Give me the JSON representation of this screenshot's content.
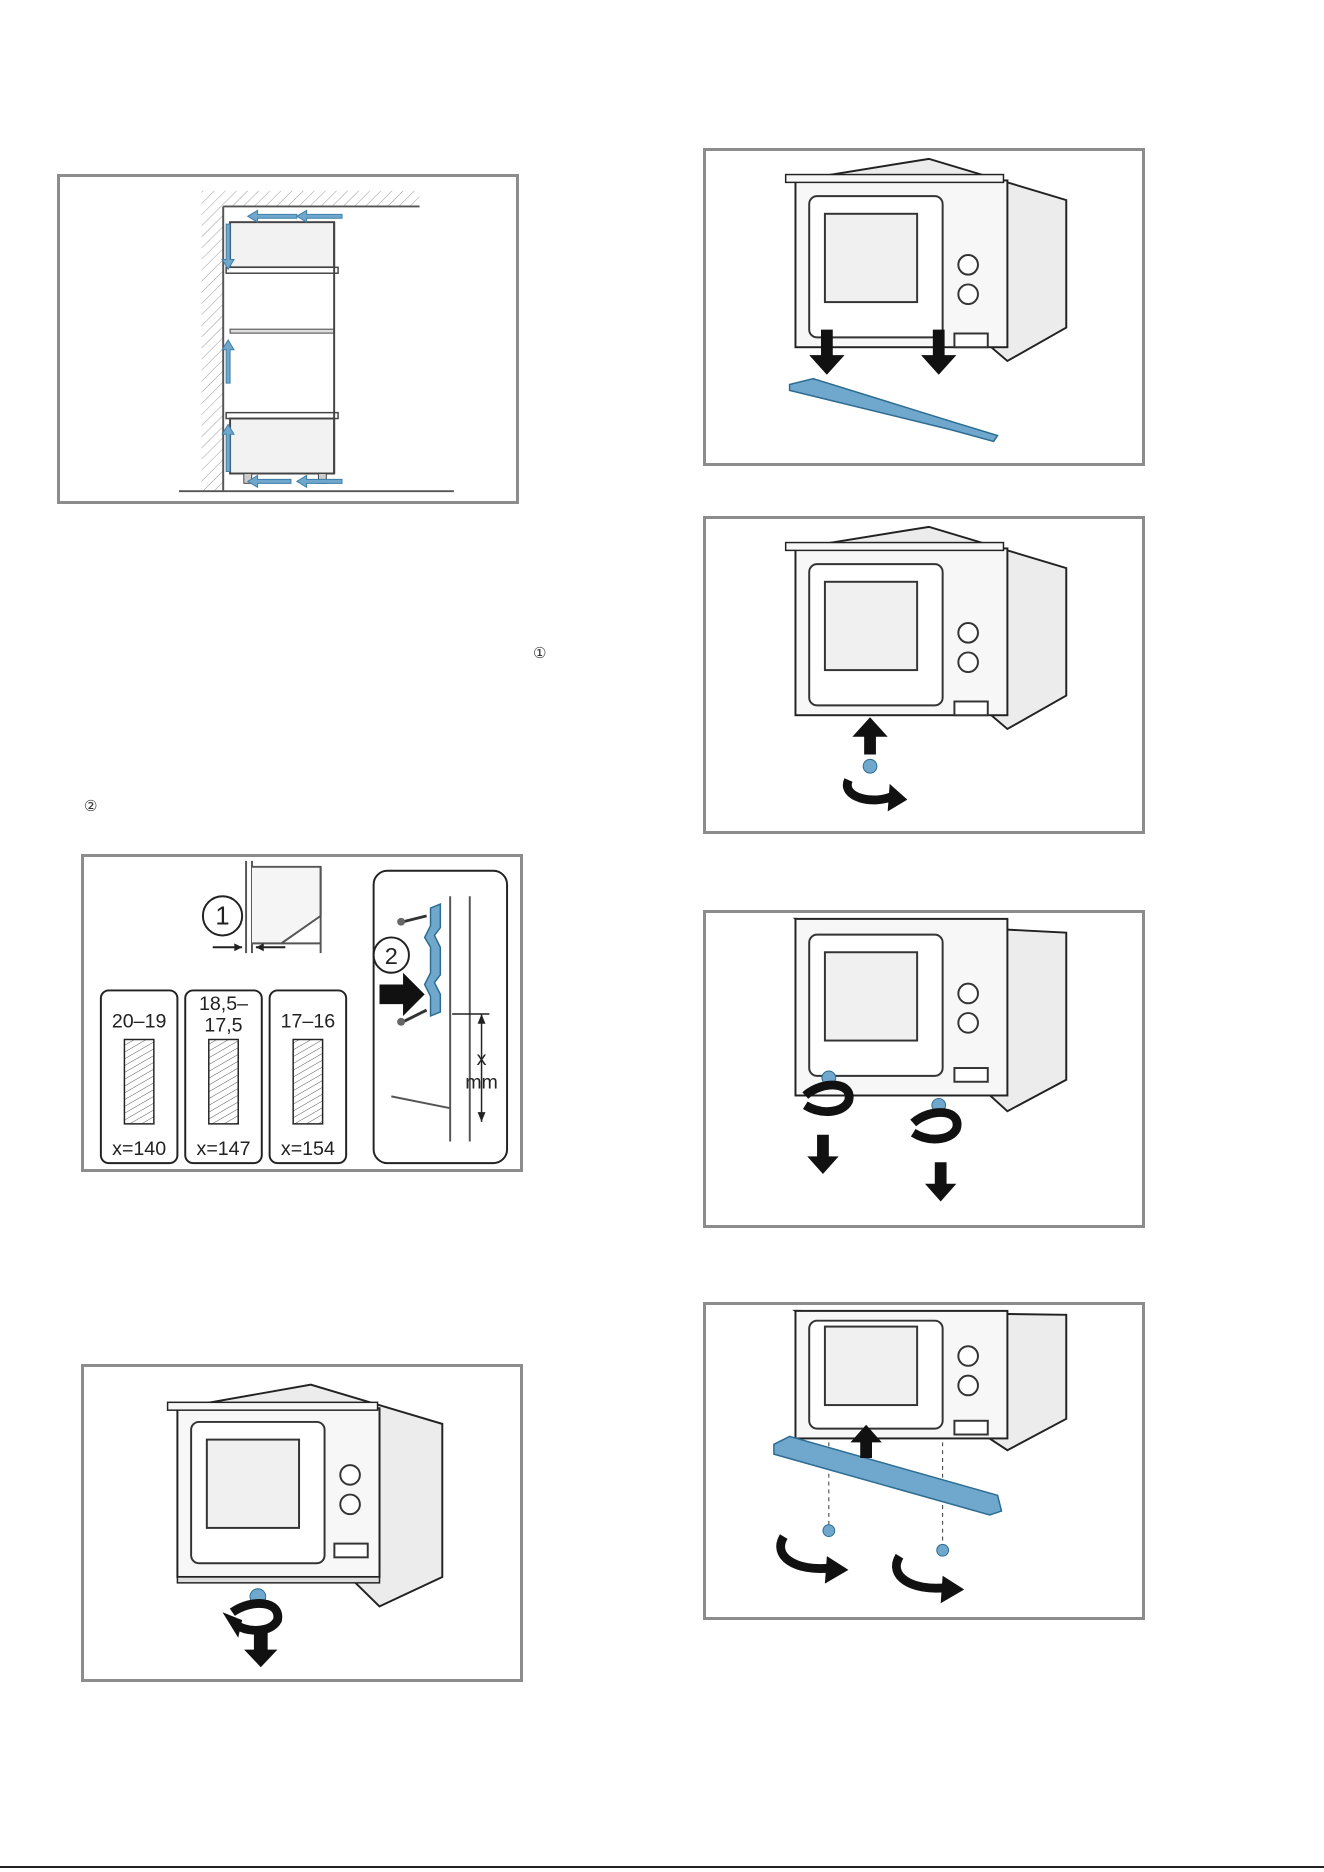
{
  "callouts": {
    "marker_1": "①",
    "marker_2": "②"
  },
  "fig_cabinet_install": {
    "marker_1": "1",
    "marker_2": "2",
    "thickness_panels": [
      {
        "top_line_1": "20–19",
        "top_line_2": "",
        "bottom": "x=140"
      },
      {
        "top_line_1": "18,5–",
        "top_line_2": "17,5",
        "bottom": "x=147"
      },
      {
        "top_line_1": "17–16",
        "top_line_2": "",
        "bottom": "x=154"
      }
    ],
    "dimension_x": "x",
    "dimension_unit": "mm"
  },
  "colors": {
    "accent_blue": "#6fa8cc",
    "frame_gray": "#8c8c8c",
    "panel_fill": "#ededed"
  }
}
